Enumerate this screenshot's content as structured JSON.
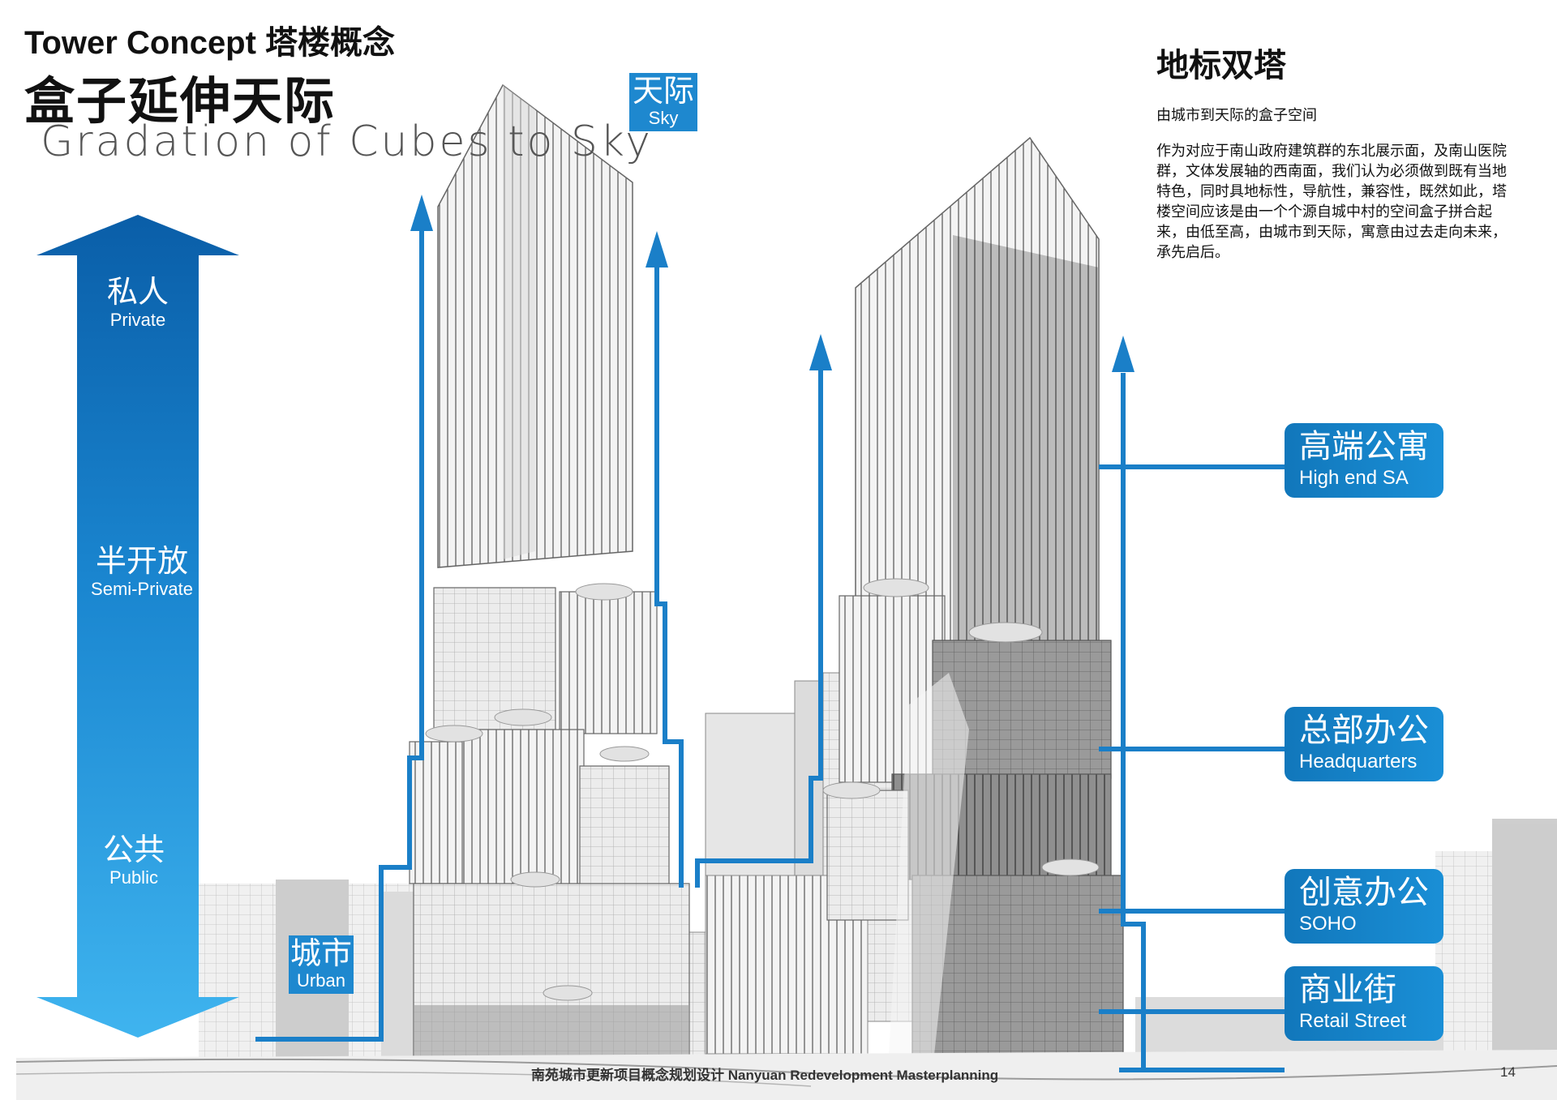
{
  "header": {
    "title_en": "Tower Concept 塔楼概念",
    "title_cn": "盒子延伸天际",
    "subtitle_script": "Gradation of Cubes to Sky"
  },
  "vertical_arrow": {
    "levels": [
      {
        "cn": "私人",
        "en": "Private"
      },
      {
        "cn": "半开放",
        "en": "Semi-Private"
      },
      {
        "cn": "公共",
        "en": "Public"
      }
    ]
  },
  "tags": {
    "sky": {
      "cn": "天际",
      "en": "Sky"
    },
    "urban": {
      "cn": "城市",
      "en": "Urban"
    }
  },
  "right_text": {
    "heading": "地标双塔",
    "subheading": "由城市到天际的盒子空间",
    "body": "作为对应于南山政府建筑群的东北展示面，及南山医院群，文体发展轴的西南面，我们认为必须做到既有当地特色，同时具地标性，导航性，兼容性，既然如此，塔楼空间应该是由一个个源自城中村的空间盒子拼合起来，由低至高，由城市到天际，寓意由过去走向未来，承先启后。"
  },
  "functions": [
    {
      "cn": "高端公寓",
      "en": "High end SA"
    },
    {
      "cn": "总部办公",
      "en": "Headquarters"
    },
    {
      "cn": "创意办公",
      "en": "SOHO"
    },
    {
      "cn": "商业街",
      "en": "Retail Street"
    }
  ],
  "footer": {
    "project": "南苑城市更新项目概念规划设计 Nanyuan Redevelopment Masterplanning",
    "page": "14"
  },
  "colors": {
    "accent_blue": "#1e88cf",
    "dark_blue": "#0a5ea8",
    "light_blue": "#3fb4ef",
    "line_blue": "#1a7fc8"
  }
}
